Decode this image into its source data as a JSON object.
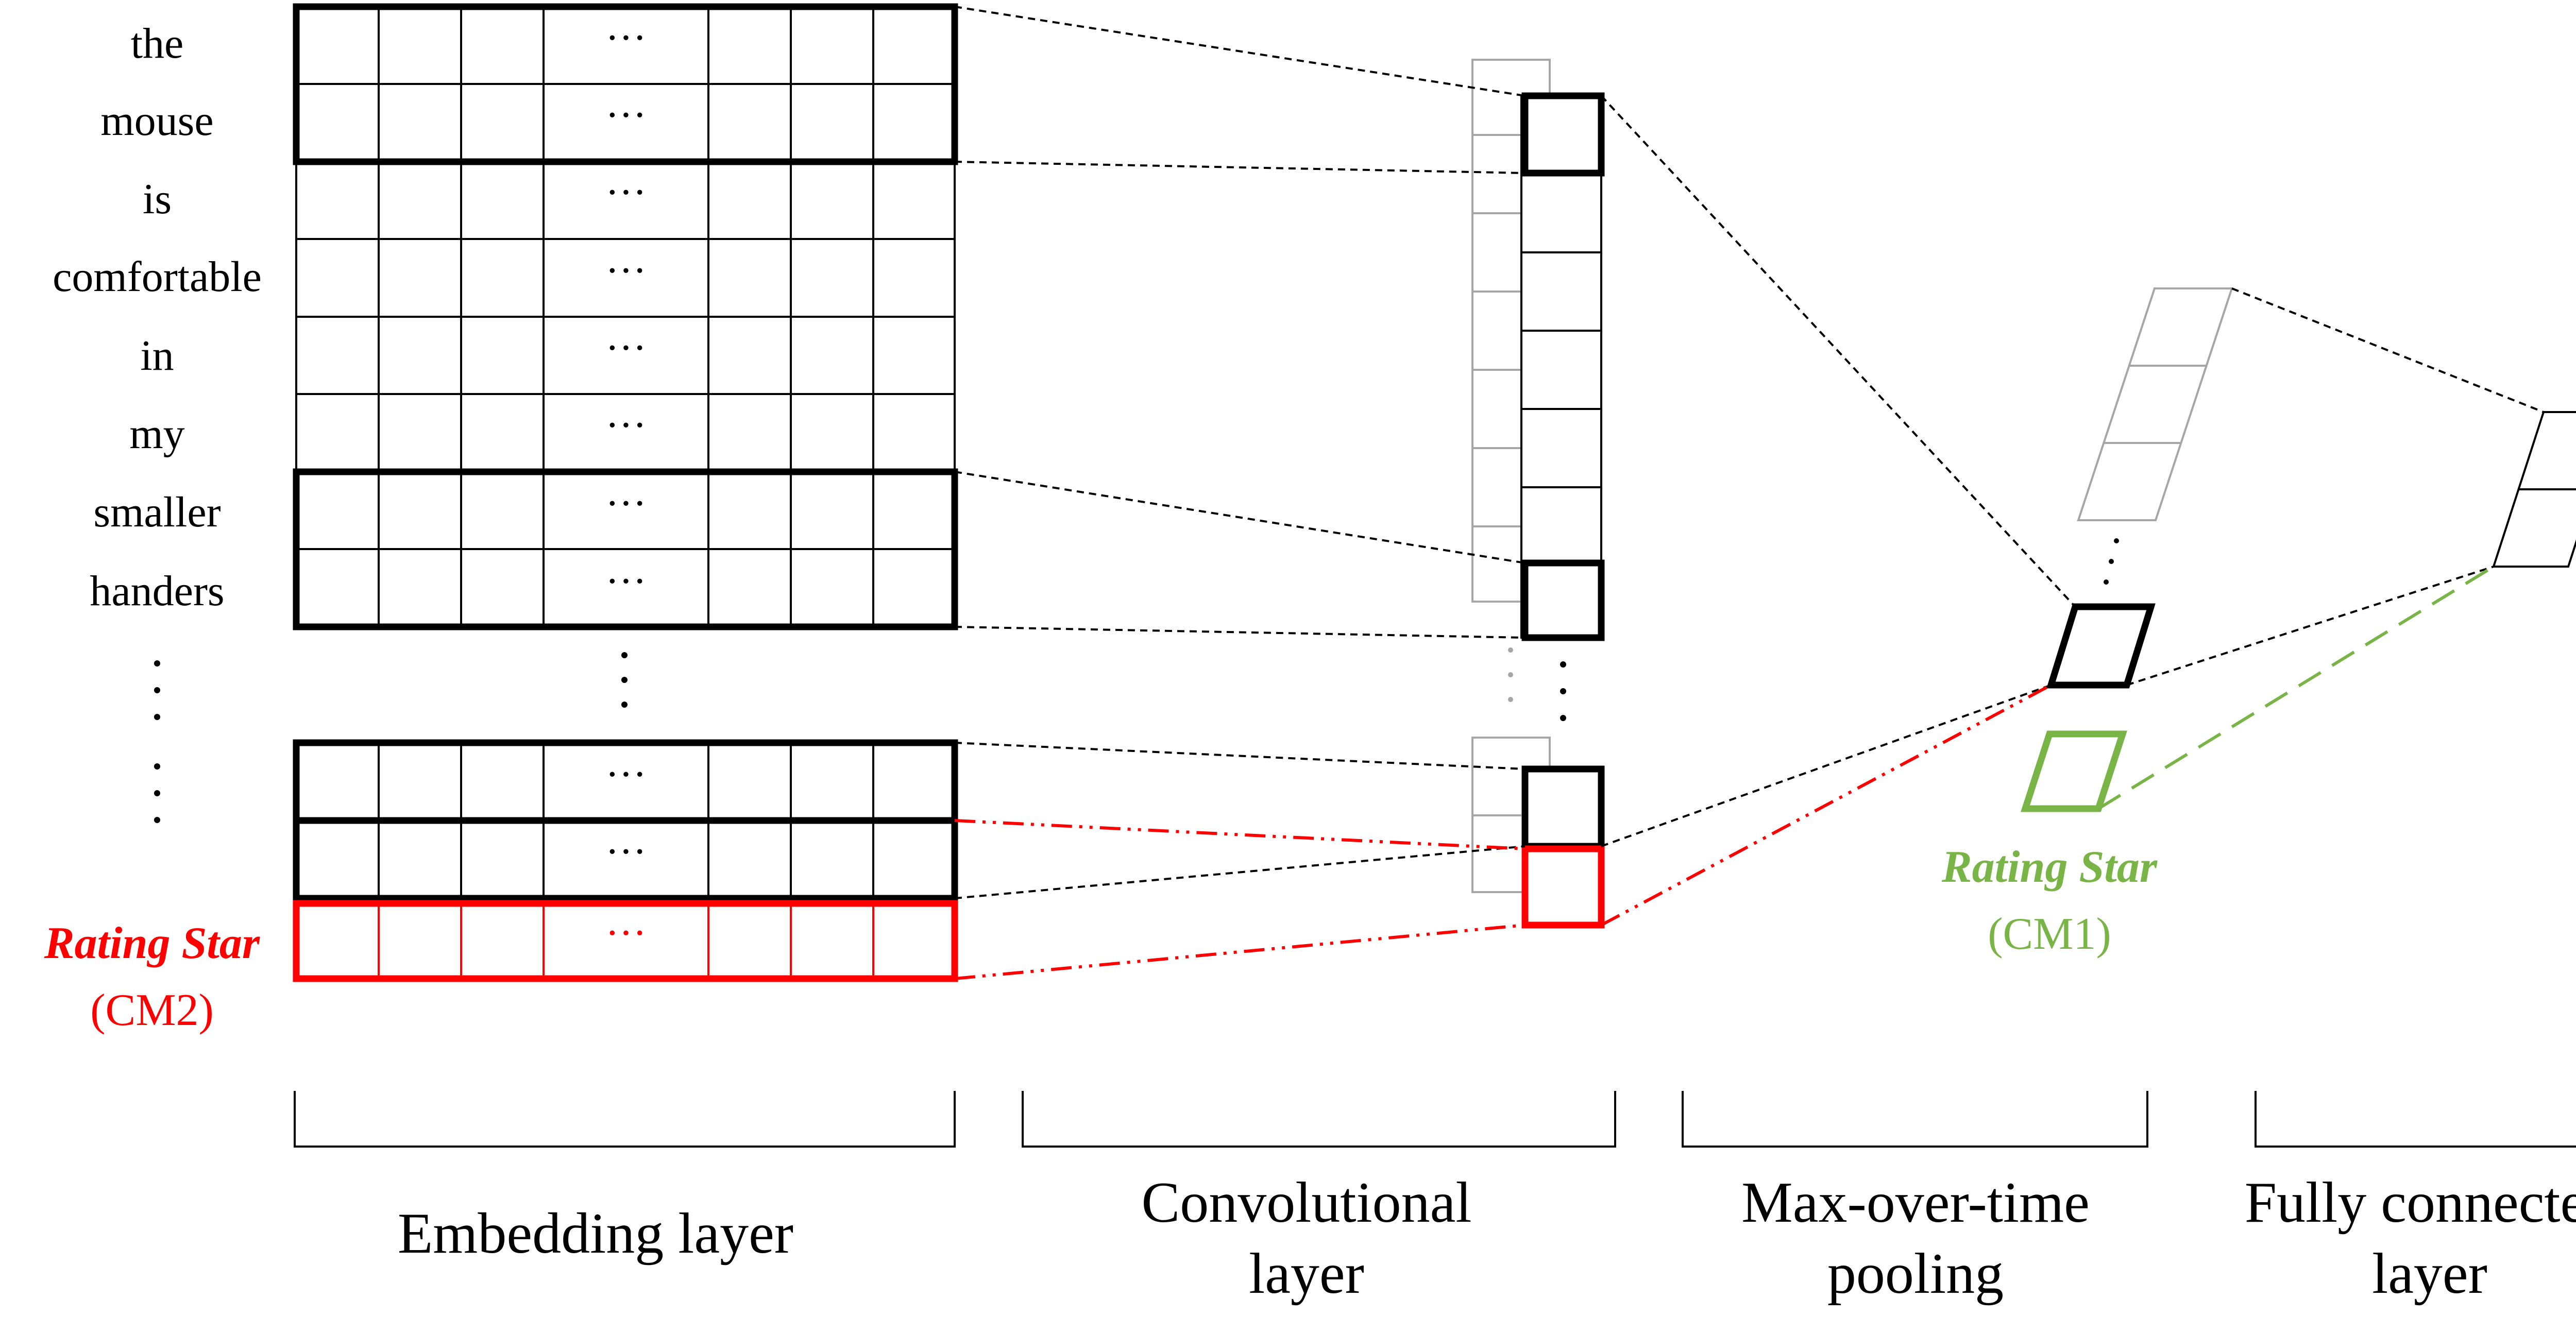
{
  "words": [
    "the",
    "mouse",
    "is",
    "comfortable",
    "in",
    "my",
    "smaller",
    "handers"
  ],
  "cell_ellipsis": "···",
  "cm2": {
    "title": "Rating Star",
    "subtitle": "(CM2)"
  },
  "cm1": {
    "title": "Rating Star",
    "subtitle": "(CM1)"
  },
  "sections": {
    "embedding": [
      "Embedding layer"
    ],
    "convolutional": [
      "Convolutional",
      "layer"
    ],
    "pooling": [
      "Max-over-time",
      "pooling"
    ],
    "fully_connected": [
      "Fully connected",
      "layer"
    ]
  },
  "colors": {
    "highlight_red": "#ff0000",
    "highlight_green": "#78b446",
    "inactive_gray": "#a6a6a6",
    "line_black": "#000000"
  }
}
